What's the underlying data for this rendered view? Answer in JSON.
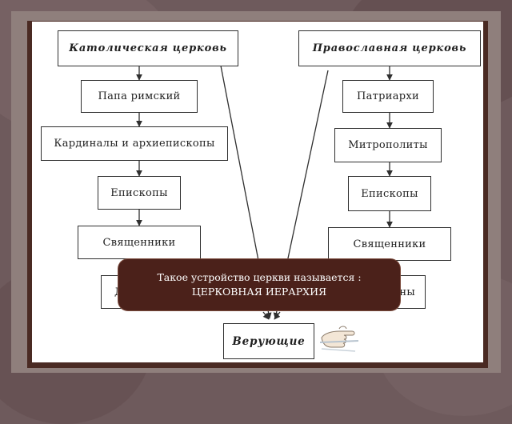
{
  "diagram": {
    "catholic": {
      "title": "Католическая церковь",
      "levels": [
        "Папа римский",
        "Кардиналы и архиепископы",
        "Епископы",
        "Священники",
        "Д"
      ]
    },
    "orthodox": {
      "title": "Православная церковь",
      "levels": [
        "Патриархи",
        "Митрополиты",
        "Епископы",
        "Священники",
        "ны"
      ]
    },
    "believers": "Верующие"
  },
  "caption": {
    "line1": "Такое устройство церкви называется :",
    "line2": "ЦЕРКОВНАЯ ИЕРАРХИЯ"
  },
  "colors": {
    "background": "#6e5a5c",
    "frame": "#4a2a23",
    "caption_bg": "#4b211a",
    "box_border": "#2f2f2f"
  },
  "icons": [
    "pointing-hand-icon"
  ]
}
